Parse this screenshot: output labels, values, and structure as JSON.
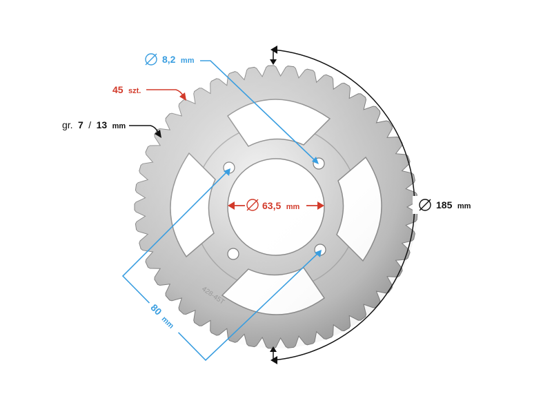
{
  "annotations": {
    "hole_diameter": {
      "value": "8,2",
      "unit": "mm",
      "color": "#3a9ee0"
    },
    "tooth_count": {
      "value": "45",
      "unit": "szt.",
      "color": "#d23a2a"
    },
    "thickness": {
      "prefix": "gr.",
      "value_a": "7",
      "separator": "/",
      "value_b": "13",
      "unit": "mm",
      "color": "#111111"
    },
    "center_bore": {
      "value": "63,5",
      "unit": "mm",
      "color": "#d23a2a"
    },
    "outer_diameter": {
      "value": "185",
      "unit": "mm",
      "color": "#111111"
    },
    "bolt_spacing": {
      "value": "80",
      "unit": "mm",
      "color": "#3a9ee0"
    }
  },
  "part_marking": "428-45T",
  "teeth": 45,
  "icons": {
    "diameter": "diameter-symbol-icon"
  }
}
